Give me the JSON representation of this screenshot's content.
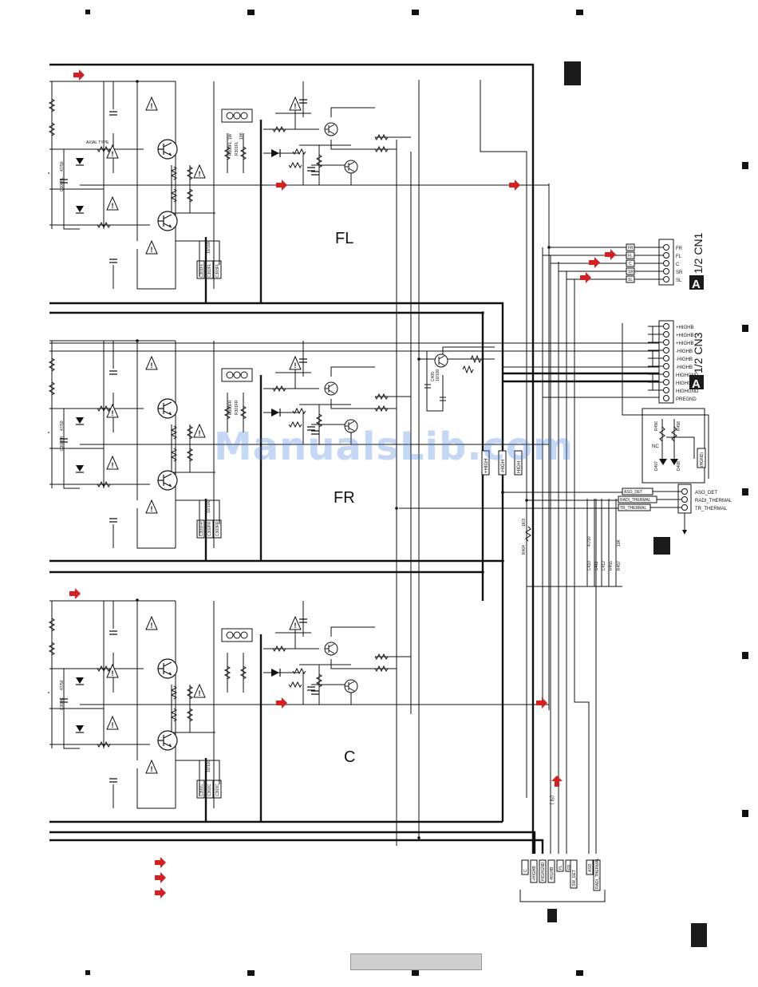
{
  "watermark": "ManualsLib.com",
  "colors": {
    "arrow": "#d42020",
    "line": "#111111",
    "block": "#1a1a1a"
  },
  "channels": {
    "top": "FL",
    "middle": "FR",
    "bottom": "C"
  },
  "cn1": {
    "title": "1/2 CN1",
    "block": "A",
    "pins": [
      "FR",
      "FL",
      "C",
      "SR",
      "SL"
    ],
    "tags": [
      "FR",
      "FL",
      "C",
      "SR",
      "SL"
    ]
  },
  "cn3": {
    "title": "1/2 CN3",
    "block": "A",
    "pins": [
      "+HIGHB",
      "+HIGHB",
      "+HIGHB",
      "-HIGHB",
      "-HIGHB",
      "-HIGHB",
      "HIGHGND",
      "HIGHGND",
      "HIGHGND",
      "PREGND"
    ]
  },
  "thermal": {
    "pins": [
      "ASO_DET",
      "RADI_THERMAL",
      "TR_THERMAL"
    ],
    "tags": [
      "ASO_DET",
      "RADI_THERMAL",
      "TR_THERMAL"
    ],
    "nc": "NC",
    "gnd_tag": "(HGND)"
  },
  "fl_section": {
    "axial_type": "AXIAL TYPE",
    "part_labels": [
      "R300FL",
      "R301FL",
      "1W",
      "10K",
      "C300FL",
      "47/50",
      "10/100",
      "C301FL",
      "C302FL",
      "C303FL"
    ]
  },
  "fr_section": {
    "part_labels": [
      "R300FR",
      "R301FR",
      "C300FR",
      "47/50",
      "10/100",
      "C301FR",
      "C302FR",
      "C303FR"
    ]
  },
  "c_section": {
    "part_labels": [
      "C300C",
      "47/50",
      "10/100",
      "C301C",
      "C302C",
      "C303C"
    ]
  },
  "mid_labels": {
    "lower_vbus": [
      "+HIGH",
      "-HIGH",
      "HIGH"
    ],
    "q_parts": [
      "C405",
      "10/100"
    ],
    "r_parts": [
      "R404",
      "1K/2"
    ],
    "cap_parts": [
      "C410",
      "47/10",
      "C411",
      "C412",
      "R455",
      "10K",
      "R457"
    ],
    "d_labels": [
      "R456",
      "R458",
      "D407",
      "D408"
    ]
  },
  "bottom_connector": {
    "pins": [
      "C",
      "+HIGHB",
      "HIGHGND",
      "-HIGHB",
      "FL",
      "FR",
      "SW_DET",
      "ASO",
      "RADI_THERMAL"
    ],
    "sl_label": "(SL)"
  },
  "legend": {
    "items": [
      "",
      "",
      ""
    ]
  }
}
